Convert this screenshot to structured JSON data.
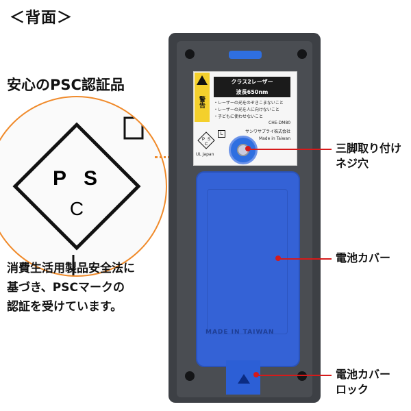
{
  "header": {
    "title": "＜背面＞"
  },
  "psc_section": {
    "title": "安心のPSC認証品",
    "mark_letters": [
      "P",
      "S",
      "C"
    ],
    "description_lines": [
      "消費生活用製品安全法に",
      "基づき、PSCマークの",
      "認証を受けています。"
    ]
  },
  "device_label": {
    "warning": "警告",
    "laser_class": "クラス2レーザー",
    "wavelength": "波長650nm",
    "notes": [
      "・レーザーの光をのぞきこまないこと",
      "・レーザーの光を人に向けないこと",
      "・子どもに使わせないこと"
    ],
    "model": "CHE-DM80",
    "maker": "サンワサプライ株式会社",
    "origin": "Made in Taiwan",
    "ul": "UL Japan",
    "mini_psc": [
      "P",
      "S",
      "C"
    ],
    "mini_l": "L"
  },
  "battery_cover": {
    "embossed_text": "MADE IN TAIWAN"
  },
  "callouts": {
    "tripod": [
      "三脚取り付け",
      "ネジ穴"
    ],
    "battery_cover": "電池カバー",
    "battery_lock": [
      "電池カバー",
      "ロック"
    ]
  },
  "colors": {
    "accent_blue": "#3462d6",
    "callout_red": "#d61a1a",
    "highlight_orange": "#f08a2a"
  }
}
